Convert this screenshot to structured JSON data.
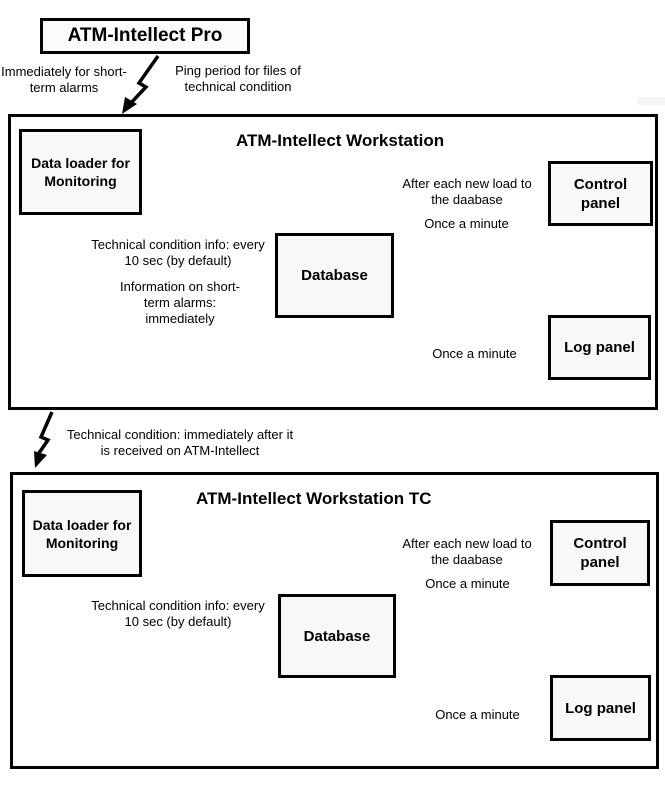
{
  "diagram": {
    "source": {
      "label": "ATM-Intellect Pro"
    },
    "source_edges": {
      "left_note": "Immediately for short-term alarms",
      "right_note": "Ping period for files of technical condition"
    },
    "link_note": "Technical condition: immediately after it is received on ATM-Intellect",
    "ws1": {
      "title": "ATM-Intellect Workstation",
      "data_loader": "Data loader for Monitoring",
      "database": "Database",
      "control_panel": "Control panel",
      "log_panel": "Log panel",
      "edges": {
        "db_top": "Technical condition info: every 10 sec (by default)",
        "db_bottom": "Information on short-term alarms: immediately",
        "control_top": "After each new load to the daabase",
        "control_bottom": "Once a minute",
        "log": "Once a minute"
      }
    },
    "ws2": {
      "title": "ATM-Intellect Workstation TC",
      "data_loader": "Data loader for Monitoring",
      "database": "Database",
      "control_panel": "Control panel",
      "log_panel": "Log panel",
      "edges": {
        "db_top": "Technical condition info: every 10 sec (by default)",
        "control_top": "After each new load to the daabase",
        "control_bottom": "Once a minute",
        "log": "Once a minute"
      }
    },
    "colors": {
      "line": "#000000",
      "node_fill": "#f8f8f8",
      "background": "#ffffff"
    }
  }
}
